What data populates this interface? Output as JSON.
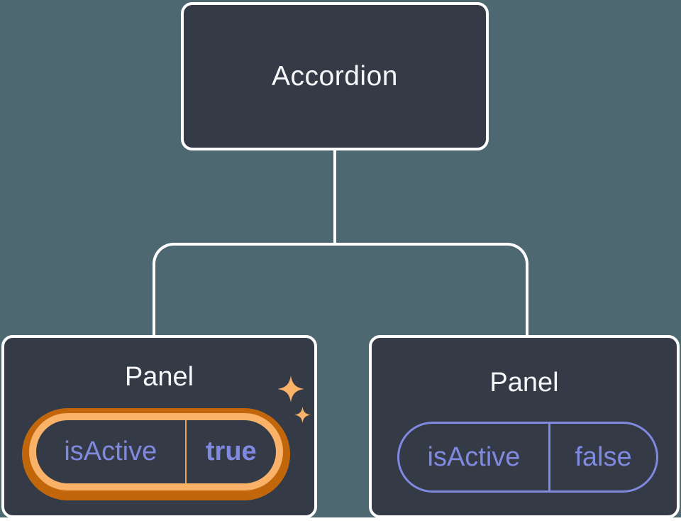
{
  "tree": {
    "root": {
      "label": "Accordion"
    },
    "children": [
      {
        "label": "Panel",
        "prop": "isActive",
        "value": "true",
        "highlighted": true,
        "has_sparkles": true
      },
      {
        "label": "Panel",
        "prop": "isActive",
        "value": "false",
        "highlighted": false,
        "has_sparkles": false
      }
    ]
  },
  "colors": {
    "background": "#4D6871",
    "card": "#343A46",
    "connector": "#FFFFFF",
    "text": "#F6F7F9",
    "state_purple": "#8089E0",
    "highlight_orange_dark": "#C2660B",
    "highlight_orange_light": "#FAB269",
    "highlight_divider": "#EBA657"
  }
}
